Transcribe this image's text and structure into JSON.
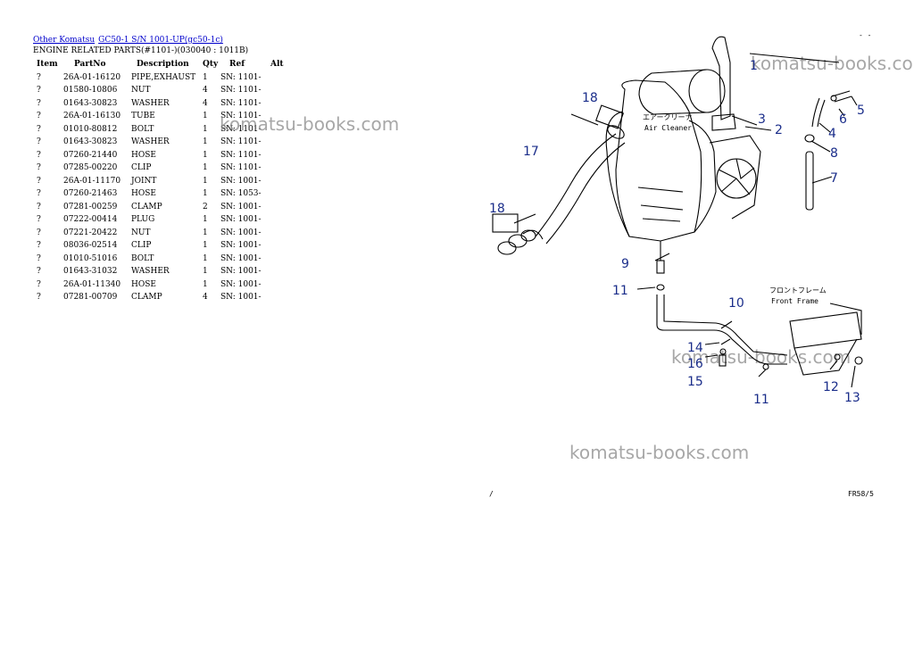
{
  "breadcrumb": {
    "link1": "Other Komatsu",
    "link2": "GC50-1 S/N 1001-UP(gc50-1c)"
  },
  "subtitle": "ENGINE RELATED PARTS(#1101-)(030040 : 1011B)",
  "table": {
    "headers": [
      "Item",
      "PartNo",
      "Description",
      "Qty",
      "Ref",
      "Alt"
    ],
    "rows": [
      {
        "item": "?",
        "part": "26A-01-16120",
        "desc": "PIPE,EXHAUST",
        "qty": "1",
        "ref": "SN: 1101-"
      },
      {
        "item": "?",
        "part": "01580-10806",
        "desc": "NUT",
        "qty": "4",
        "ref": "SN: 1101-"
      },
      {
        "item": "?",
        "part": "01643-30823",
        "desc": "WASHER",
        "qty": "4",
        "ref": "SN: 1101-"
      },
      {
        "item": "?",
        "part": "26A-01-16130",
        "desc": "TUBE",
        "qty": "1",
        "ref": "SN: 1101-"
      },
      {
        "item": "?",
        "part": "01010-80812",
        "desc": "BOLT",
        "qty": "1",
        "ref": "SN: 1101-"
      },
      {
        "item": "?",
        "part": "01643-30823",
        "desc": "WASHER",
        "qty": "1",
        "ref": "SN: 1101-"
      },
      {
        "item": "?",
        "part": "07260-21440",
        "desc": "HOSE",
        "qty": "1",
        "ref": "SN: 1101-"
      },
      {
        "item": "?",
        "part": "07285-00220",
        "desc": "CLIP",
        "qty": "1",
        "ref": "SN: 1101-"
      },
      {
        "item": "?",
        "part": "26A-01-11170",
        "desc": "JOINT",
        "qty": "1",
        "ref": "SN: 1001-"
      },
      {
        "item": "?",
        "part": "07260-21463",
        "desc": "HOSE",
        "qty": "1",
        "ref": "SN: 1053-"
      },
      {
        "item": "?",
        "part": "07281-00259",
        "desc": "CLAMP",
        "qty": "2",
        "ref": "SN: 1001-"
      },
      {
        "item": "?",
        "part": "07222-00414",
        "desc": "PLUG",
        "qty": "1",
        "ref": "SN: 1001-"
      },
      {
        "item": "?",
        "part": "07221-20422",
        "desc": "NUT",
        "qty": "1",
        "ref": "SN: 1001-"
      },
      {
        "item": "?",
        "part": "08036-02514",
        "desc": "CLIP",
        "qty": "1",
        "ref": "SN: 1001-"
      },
      {
        "item": "?",
        "part": "01010-51016",
        "desc": "BOLT",
        "qty": "1",
        "ref": "SN: 1001-"
      },
      {
        "item": "?",
        "part": "01643-31032",
        "desc": "WASHER",
        "qty": "1",
        "ref": "SN: 1001-"
      },
      {
        "item": "?",
        "part": "26A-01-11340",
        "desc": "HOSE",
        "qty": "1",
        "ref": "SN: 1001-"
      },
      {
        "item": "?",
        "part": "07281-00709",
        "desc": "CLAMP",
        "qty": "4",
        "ref": "SN: 1001-"
      }
    ]
  },
  "watermark": "komatsu-books.com",
  "diagram": {
    "air_cleaner_jp": "エアークリーナ",
    "air_cleaner_en": "Air Cleaner",
    "front_frame_jp": "フロントフレーム",
    "front_frame_en": "Front Frame",
    "corner_top": "- -",
    "corner_bottom_left": "/",
    "corner_bottom_right": "FR58/5",
    "callouts": [
      "1",
      "2",
      "3",
      "4",
      "5",
      "6",
      "7",
      "8",
      "9",
      "10",
      "11",
      "11",
      "12",
      "13",
      "14",
      "15",
      "16",
      "17",
      "18",
      "18"
    ]
  },
  "colors": {
    "link": "#0000cc",
    "callout": "#1a2d8a",
    "watermark": "#8a8a8a"
  }
}
